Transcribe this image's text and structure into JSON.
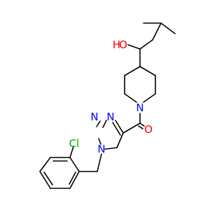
{
  "atom_labels": {
    "hydroxyl_o": "O",
    "hydroxyl_h": "H",
    "piperidine_n": "N",
    "carbonyl_o": "O",
    "triazole_n1": "N",
    "triazole_n2": "N",
    "triazole_n3": "N",
    "chlorine": "Cl"
  },
  "colors": {
    "bond": "#000000",
    "oxygen": "#ff0000",
    "nitrogen": "#0000ff",
    "chlorine": "#00aa00"
  }
}
